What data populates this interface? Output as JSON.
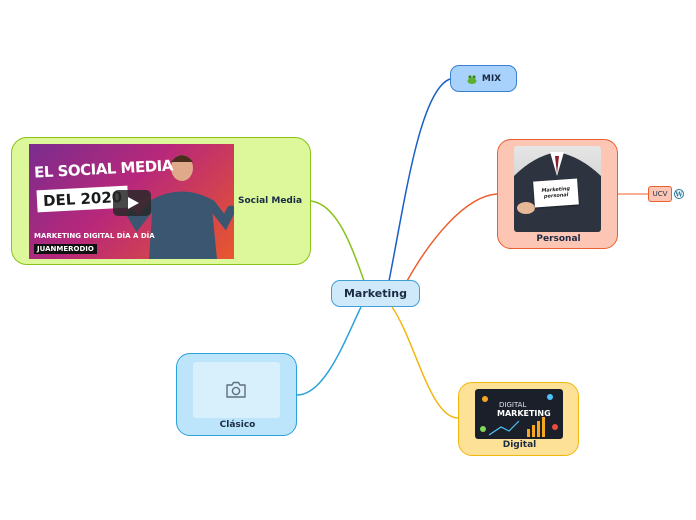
{
  "central": {
    "label": "Marketing"
  },
  "topics": {
    "mix": {
      "label": "MIX",
      "icon": "frog-icon"
    },
    "social_media": {
      "label": "Social Media",
      "thumbnail": {
        "title_line1": "EL SOCIAL MEDIA",
        "title_line2": "DEL 2020",
        "subtitle": "MARKETING DIGITAL DÍA A DÍA",
        "brand": "JUANMERODIO"
      }
    },
    "personal": {
      "label": "Personal",
      "card_text": "Marketing personal",
      "subtopic": {
        "label": "UCV",
        "icon": "wordpress-icon"
      }
    },
    "clasico": {
      "label": "Clásico",
      "icon": "camera-icon"
    },
    "digital": {
      "label": "Digital",
      "image_text_line1": "DIGITAL",
      "image_text_line2": "MARKETING"
    }
  },
  "colors": {
    "mix": "#1a5fc8",
    "social_media": "#88c21a",
    "personal": "#ec5f2e",
    "clasico": "#2aa2dc",
    "digital": "#f2b70f"
  }
}
